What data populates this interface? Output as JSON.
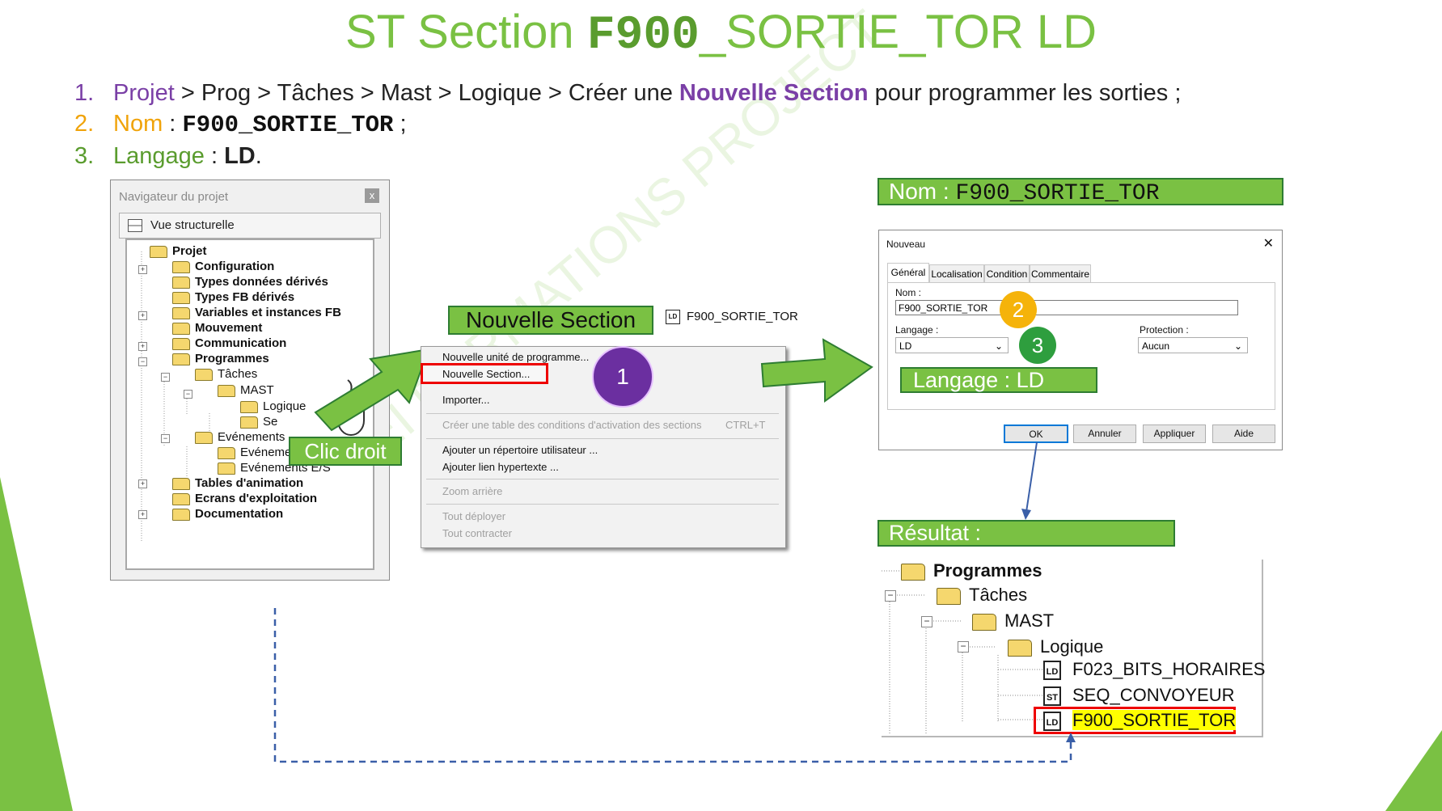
{
  "slide": {
    "title_prefix": "ST Section ",
    "title_code": "F900",
    "title_suffix": "_SORTIE_TOR LD",
    "accent_color": "#7ac143",
    "watermark": "AEI FORMATIONS PROJECT"
  },
  "steps": [
    {
      "num": "1.",
      "a": "Projet",
      "b": " > Prog > Tâches > Mast > Logique > Créer une ",
      "c": "Nouvelle Section",
      "d": " pour programmer les sorties ;"
    },
    {
      "num": "2.",
      "a": "Nom",
      "b": " : ",
      "c": "F900_SORTIE_TOR",
      "d": " ;"
    },
    {
      "num": "3.",
      "a": "Langage",
      "b": " : ",
      "c": "LD",
      "d": "."
    }
  ],
  "navigator": {
    "title": "Navigateur du projet",
    "close": "x",
    "view": "Vue structurelle",
    "tree": [
      "Projet",
      "Configuration",
      "Types données dérivés",
      "Types FB dérivés",
      "Variables et instances FB",
      "Mouvement",
      "Communication",
      "Programmes",
      "Tâches",
      "MAST",
      "Logique",
      "Se",
      "Evénements",
      "Evénements TIMER",
      "Evénements E/S",
      "Tables d'animation",
      "Ecrans d'exploitation",
      "Documentation"
    ]
  },
  "callouts": {
    "clic_droit": "Clic droit",
    "nouvelle_section": "Nouvelle Section",
    "section_icon_label": "F900_SORTIE_TOR",
    "nom_banner_label": "Nom : ",
    "nom_banner_value": "F900_SORTIE_TOR",
    "langage_banner": "Langage : LD",
    "resultat": "Résultat :",
    "badge1": "1",
    "badge2": "2",
    "badge3": "3"
  },
  "context_menu": [
    {
      "label": "Nouvelle unité de programme...",
      "disabled": false
    },
    {
      "label": "Nouvelle Section...",
      "disabled": false
    },
    {
      "label": "Importer...",
      "disabled": false
    },
    {
      "label": "Créer une table des conditions d'activation des sections",
      "shortcut": "CTRL+T",
      "disabled": true
    },
    {
      "label": "Ajouter un répertoire utilisateur ...",
      "disabled": false
    },
    {
      "label": "Ajouter lien hypertexte ...",
      "disabled": false
    },
    {
      "label": "Zoom arrière",
      "disabled": true
    },
    {
      "label": "Tout déployer",
      "disabled": true
    },
    {
      "label": "Tout contracter",
      "disabled": true
    }
  ],
  "dialog": {
    "title": "Nouveau",
    "close": "✕",
    "tabs": [
      "Général",
      "Localisation",
      "Condition",
      "Commentaire"
    ],
    "nom_label": "Nom :",
    "nom_value": "F900_SORTIE_TOR",
    "langage_label": "Langage :",
    "langage_value": "LD",
    "protection_label": "Protection :",
    "protection_value": "Aucun",
    "buttons": [
      "OK",
      "Annuler",
      "Appliquer",
      "Aide"
    ]
  },
  "result_tree": [
    {
      "label": "Programmes"
    },
    {
      "label": "Tâches"
    },
    {
      "label": "MAST"
    },
    {
      "label": "Logique"
    },
    {
      "label": "F023_BITS_HORAIRES",
      "icon": "LD"
    },
    {
      "label": "SEQ_CONVOYEUR",
      "icon": "ST"
    },
    {
      "label": "F900_SORTIE_TOR",
      "icon": "LD",
      "highlighted": true
    }
  ]
}
